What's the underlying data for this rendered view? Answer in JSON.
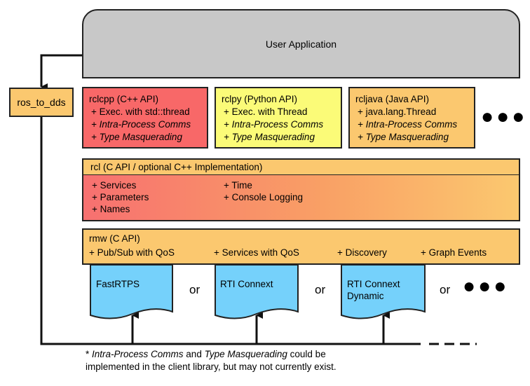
{
  "user_application": "User Application",
  "ros_to_dds": "ros_to_dds",
  "clients": [
    {
      "title": "rclcpp (C++ API)",
      "items": [
        "+ Exec. with std::thread",
        "+ Intra-Process Comms",
        "+ Type Masquerading"
      ],
      "color": "#f86868"
    },
    {
      "title": "rclpy (Python API)",
      "items": [
        "+ Exec. with Thread",
        "+ Intra-Process Comms",
        "+ Type Masquerading"
      ],
      "color": "#fbfb78"
    },
    {
      "title": "rcljava (Java API)",
      "items": [
        "+ java.lang.Thread",
        "+ Intra-Process Comms",
        "+ Type Masquerading"
      ],
      "color": "#fbc86f"
    }
  ],
  "more_dots": "●●●",
  "rcl": {
    "title": "rcl (C API / optional C++ Implementation)",
    "col1": [
      "+ Services",
      "+ Parameters",
      "+ Names"
    ],
    "col2": [
      "+ Time",
      "+ Console Logging"
    ]
  },
  "rmw": {
    "title": "rmw (C API)",
    "features": [
      "+ Pub/Sub with QoS",
      "+ Services with QoS",
      "+ Discovery",
      "+ Graph Events"
    ]
  },
  "implementations": [
    {
      "label": "FastRTPS"
    },
    {
      "label": "RTI Connext"
    },
    {
      "label": "RTI Connext\nDynamic"
    }
  ],
  "or_text": "or",
  "footnote": {
    "prefix": "* ",
    "term1": "Intra-Process Comms",
    "and": " and ",
    "term2": "Type Masquerading",
    "line1_rest": " could be",
    "line2": "implemented in the client library, but may not currently exist."
  },
  "colors": {
    "gray": "#c8c8c8",
    "orange": "#fbc86f",
    "red": "#f86868",
    "yellow": "#fbfb78",
    "blue": "#75d1fb"
  }
}
